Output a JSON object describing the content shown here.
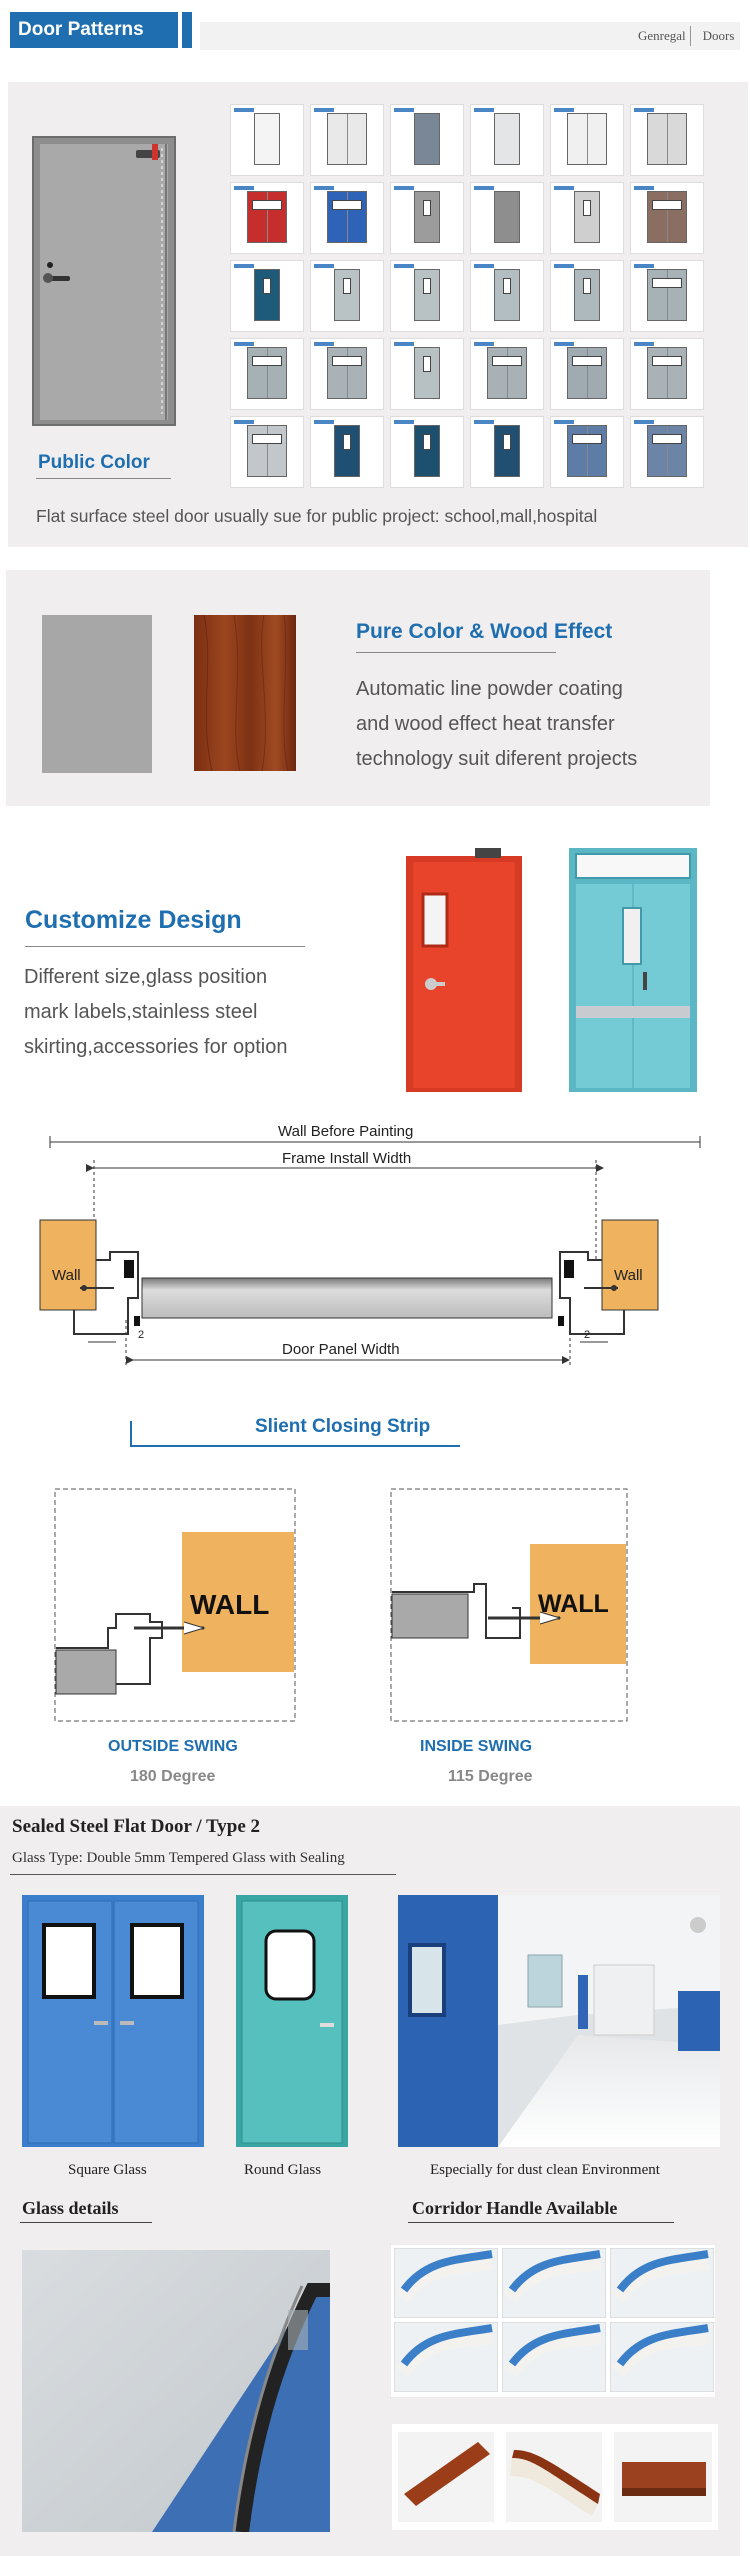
{
  "header": {
    "title": "Door Patterns",
    "brand_left": "Genregal",
    "brand_right": "Doors"
  },
  "public": {
    "title": "Public Color",
    "description": "Flat surface steel door usually sue for public project: school,mall,hospital"
  },
  "pure_color": {
    "title": "Pure Color & Wood Effect",
    "lines": [
      "Automatic line powder coating",
      "and wood effect heat transfer",
      "technology suit diferent projects"
    ]
  },
  "customize": {
    "title": "Customize Design",
    "lines": [
      "Different size,glass position",
      "mark labels,stainless steel",
      "skirting,accessories for option"
    ]
  },
  "install_diagram": {
    "wall_before_painting": "Wall Before Painting",
    "frame_install_width": "Frame Install Width",
    "door_panel_width": "Door Panel Width",
    "wall_label": "Wall",
    "gap": "2",
    "strip_title": "Slient Closing Strip"
  },
  "swing": {
    "wall_label": "WALL",
    "outside_title": "OUTSIDE SWING",
    "outside_degree": "180 Degree",
    "inside_title": "INSIDE SWING",
    "inside_degree": "115 Degree"
  },
  "sealed": {
    "title": "Sealed Steel Flat Door / Type 2",
    "glass_type": "Glass Type: Double 5mm Tempered Glass with Sealing",
    "caption_square": "Square Glass",
    "caption_round": "Round Glass",
    "caption_env": "Especially for dust clean Environment",
    "glass_details": "Glass details",
    "corridor_handle": "Corridor Handle Available"
  },
  "colors": {
    "accent": "#1f6fb0",
    "gray_swatch": "#a7a7a7",
    "wood": "#8b3a1a",
    "wall": "#efb35f",
    "door_red": "#e2402a",
    "door_teal": "#6cc3cf",
    "door_blue": "#4a8ad4"
  }
}
